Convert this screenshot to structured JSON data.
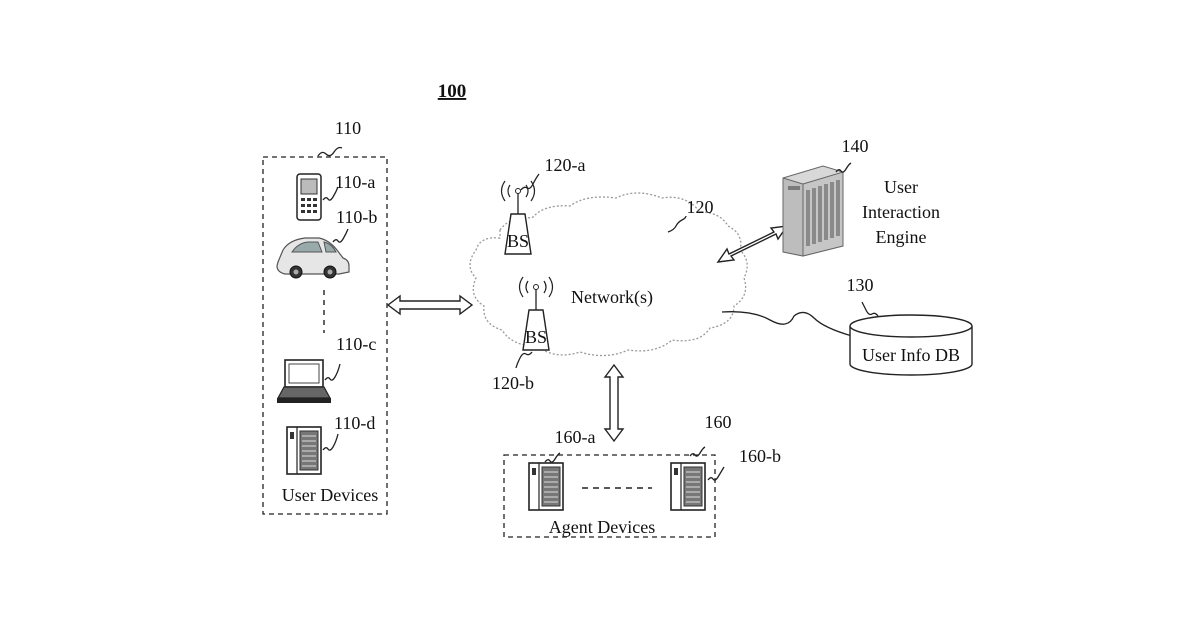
{
  "figure": {
    "ref": "100",
    "user_devices": {
      "ref": "110",
      "label": "User Devices",
      "devices": [
        {
          "ref": "110-a",
          "icon": "mobile-phone-icon"
        },
        {
          "ref": "110-b",
          "icon": "car-icon"
        },
        {
          "ref": "110-c",
          "icon": "laptop-icon"
        },
        {
          "ref": "110-d",
          "icon": "server-tower-icon"
        }
      ]
    },
    "network": {
      "ref": "120",
      "label": "Network(s)",
      "base_stations": [
        {
          "ref": "120-a",
          "label": "BS"
        },
        {
          "ref": "120-b",
          "label": "BS"
        }
      ]
    },
    "user_info_db": {
      "ref": "130",
      "label": "User Info DB"
    },
    "engine": {
      "ref": "140",
      "label_lines": [
        "User",
        "Interaction",
        "Engine"
      ]
    },
    "agent_devices": {
      "ref": "160",
      "label": "Agent Devices",
      "devices": [
        {
          "ref": "160-a",
          "icon": "server-tower-icon"
        },
        {
          "ref": "160-b",
          "icon": "server-tower-icon"
        }
      ]
    }
  }
}
